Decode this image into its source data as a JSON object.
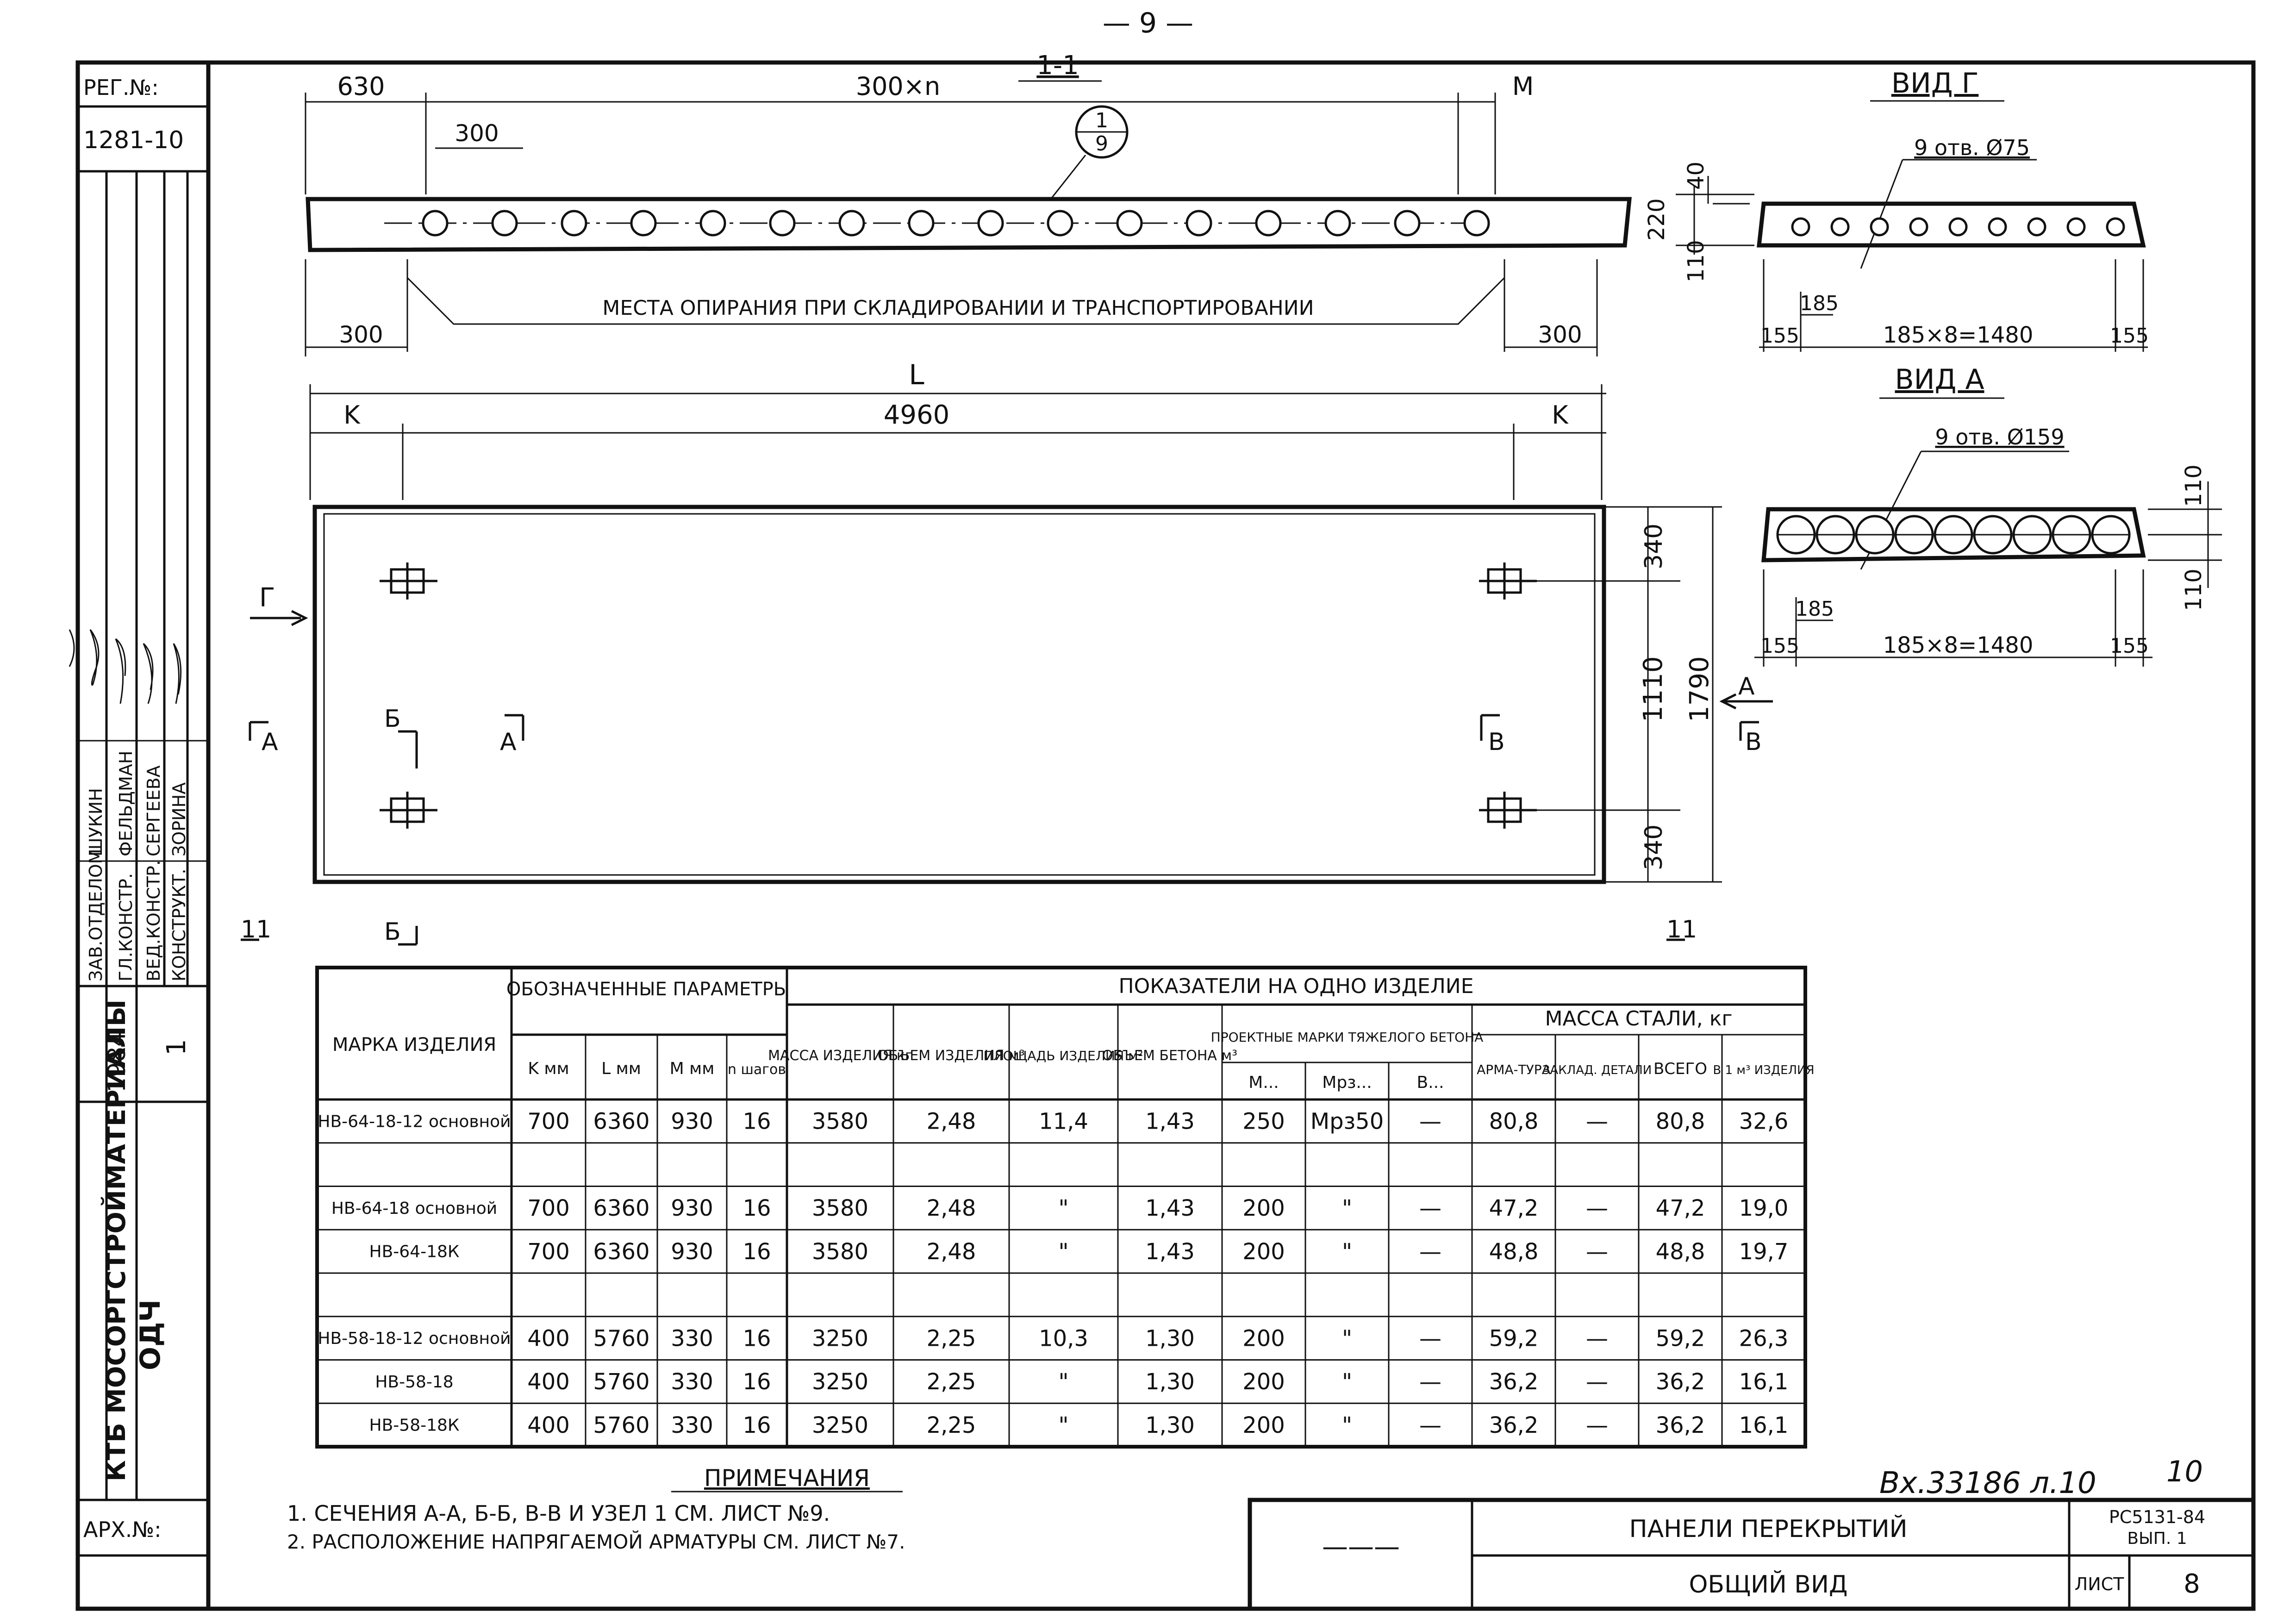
{
  "page_number": "— 9 —",
  "frame": {
    "reg_label": "РЕГ.№:",
    "reg_value": "1281-10",
    "arch_label": "АРХ.№:",
    "org_name": "КТБ МОСОРГСТРОЙМАТЕРИАЛЫ",
    "org_code": "ОДЧ",
    "year": "1984",
    "sheet_small": "1",
    "roles": [
      "ЗАВ.ОТДЕЛОМ",
      "ГЛ.КОНСТР.",
      "ВЕД.КОНСТР.",
      "КОНСТРУКТ."
    ],
    "names": [
      "ШУКИН",
      "ФЕЛЬДМАН",
      "СЕРГЕЕВА",
      "ЗОРИНА"
    ]
  },
  "section_top": {
    "title": "1-1",
    "dim_left": "630",
    "dim_mid": "300×n",
    "dim_right": "M",
    "dim_300_top": "300",
    "node_num": "1",
    "node_sheet": "9",
    "support_label": "МЕСТА ОПИРАНИЯ ПРИ СКЛАДИРОВАНИИ И ТРАНСПОРТИРОВАНИИ",
    "dim_300_left": "300",
    "dim_300_right": "300"
  },
  "plan": {
    "dim_L": "L",
    "dim_k_left": "K",
    "dim_total": "4960",
    "dim_k_right": "K",
    "dim_340_top": "340",
    "dim_1110": "1110",
    "dim_1790": "1790",
    "dim_340_bottom": "340",
    "mark_g": "Г",
    "mark_a": "А",
    "mark_b": "Б",
    "mark_v": "В",
    "mark_11": "11"
  },
  "view_g": {
    "title": "ВИД Г",
    "holes_label": "9 отв. Ø75",
    "dim_220": "220",
    "dim_40": "40",
    "dim_110": "110",
    "dim_185": "185",
    "dim_155_left": "155",
    "dim_chain": "185×8=1480",
    "dim_155_right": "155"
  },
  "view_a": {
    "title": "ВИД А",
    "holes_label": "9 отв. Ø159",
    "dim_110_top": "110",
    "dim_110_bottom": "110",
    "dim_185": "185",
    "dim_155_left": "155",
    "dim_chain": "185×8=1480",
    "dim_155_right": "155"
  },
  "table": {
    "h_mark": "МАРКА ИЗДЕЛИЯ",
    "h_params": "ОБОЗНАЧЕННЫЕ ПАРАМЕТРЫ",
    "h_indicators": "ПОКАЗАТЕЛИ НА ОДНО ИЗДЕЛИЕ",
    "h_k": "K мм",
    "h_l": "L мм",
    "h_m": "M мм",
    "h_n": "n шагов",
    "h_mass": "МАССА ИЗДЕЛИЯ кг",
    "h_vol": "ОБЪЕМ ИЗДЕЛИЯ м³",
    "h_area": "ПЛОЩАДЬ ИЗДЕЛИЯ м²",
    "h_concrete": "ОБЪЕМ БЕТОНА м³",
    "h_grades": "ПРОЕКТНЫЕ МАРКИ ТЯЖЕЛОГО БЕТОНА",
    "h_grade_m": "М...",
    "h_grade_mrz": "Мрз...",
    "h_grade_b": "В...",
    "h_steel": "МАССА СТАЛИ, кг",
    "h_rebar": "АРМА-ТУРА",
    "h_embedded": "ЗАКЛАД. ДЕТАЛИ",
    "h_total": "ВСЕГО",
    "h_per_m3": "В 1 м³ ИЗДЕЛИЯ",
    "rows": [
      [
        "НВ-64-18-12 основной",
        "700",
        "6360",
        "930",
        "16",
        "3580",
        "2,48",
        "11,4",
        "1,43",
        "250",
        "Мрз50",
        "—",
        "80,8",
        "—",
        "80,8",
        "32,6"
      ],
      [
        "",
        "",
        "",
        "",
        "",
        "",
        "",
        "",
        "",
        "",
        "",
        "",
        "",
        "",
        "",
        ""
      ],
      [
        "НВ-64-18 основной",
        "700",
        "6360",
        "930",
        "16",
        "3580",
        "2,48",
        "\"",
        "1,43",
        "200",
        "\"",
        "—",
        "47,2",
        "—",
        "47,2",
        "19,0"
      ],
      [
        "НВ-64-18К",
        "700",
        "6360",
        "930",
        "16",
        "3580",
        "2,48",
        "\"",
        "1,43",
        "200",
        "\"",
        "—",
        "48,8",
        "—",
        "48,8",
        "19,7"
      ],
      [
        "",
        "",
        "",
        "",
        "",
        "",
        "",
        "",
        "",
        "",
        "",
        "",
        "",
        "",
        "",
        ""
      ],
      [
        "НВ-58-18-12 основной",
        "400",
        "5760",
        "330",
        "16",
        "3250",
        "2,25",
        "10,3",
        "1,30",
        "200",
        "\"",
        "—",
        "59,2",
        "—",
        "59,2",
        "26,3"
      ],
      [
        "НВ-58-18",
        "400",
        "5760",
        "330",
        "16",
        "3250",
        "2,25",
        "\"",
        "1,30",
        "200",
        "\"",
        "—",
        "36,2",
        "—",
        "36,2",
        "16,1"
      ],
      [
        "НВ-58-18К",
        "400",
        "5760",
        "330",
        "16",
        "3250",
        "2,25",
        "\"",
        "1,30",
        "200",
        "\"",
        "—",
        "36,2",
        "—",
        "36,2",
        "16,1"
      ]
    ]
  },
  "notes": {
    "title": "ПРИМЕЧАНИЯ",
    "items": [
      "1. СЕЧЕНИЯ А-А, Б-Б, В-В И УЗЕЛ 1 СМ. ЛИСТ №9.",
      "2. РАСПОЛОЖЕНИЕ НАПРЯГАЕМОЙ АРМАТУРЫ СМ. ЛИСТ №7."
    ]
  },
  "handwritten_ref": "Вх.33186 л.10",
  "handwritten_ref2": "10",
  "title_block": {
    "dash": "———",
    "title1": "ПАНЕЛИ ПЕРЕКРЫТИЙ",
    "title2": "ОБЩИЙ ВИД",
    "series": "РС5131-84",
    "issue": "ВЫП. 1",
    "sheet_label": "ЛИСТ",
    "sheet_no": "8"
  }
}
